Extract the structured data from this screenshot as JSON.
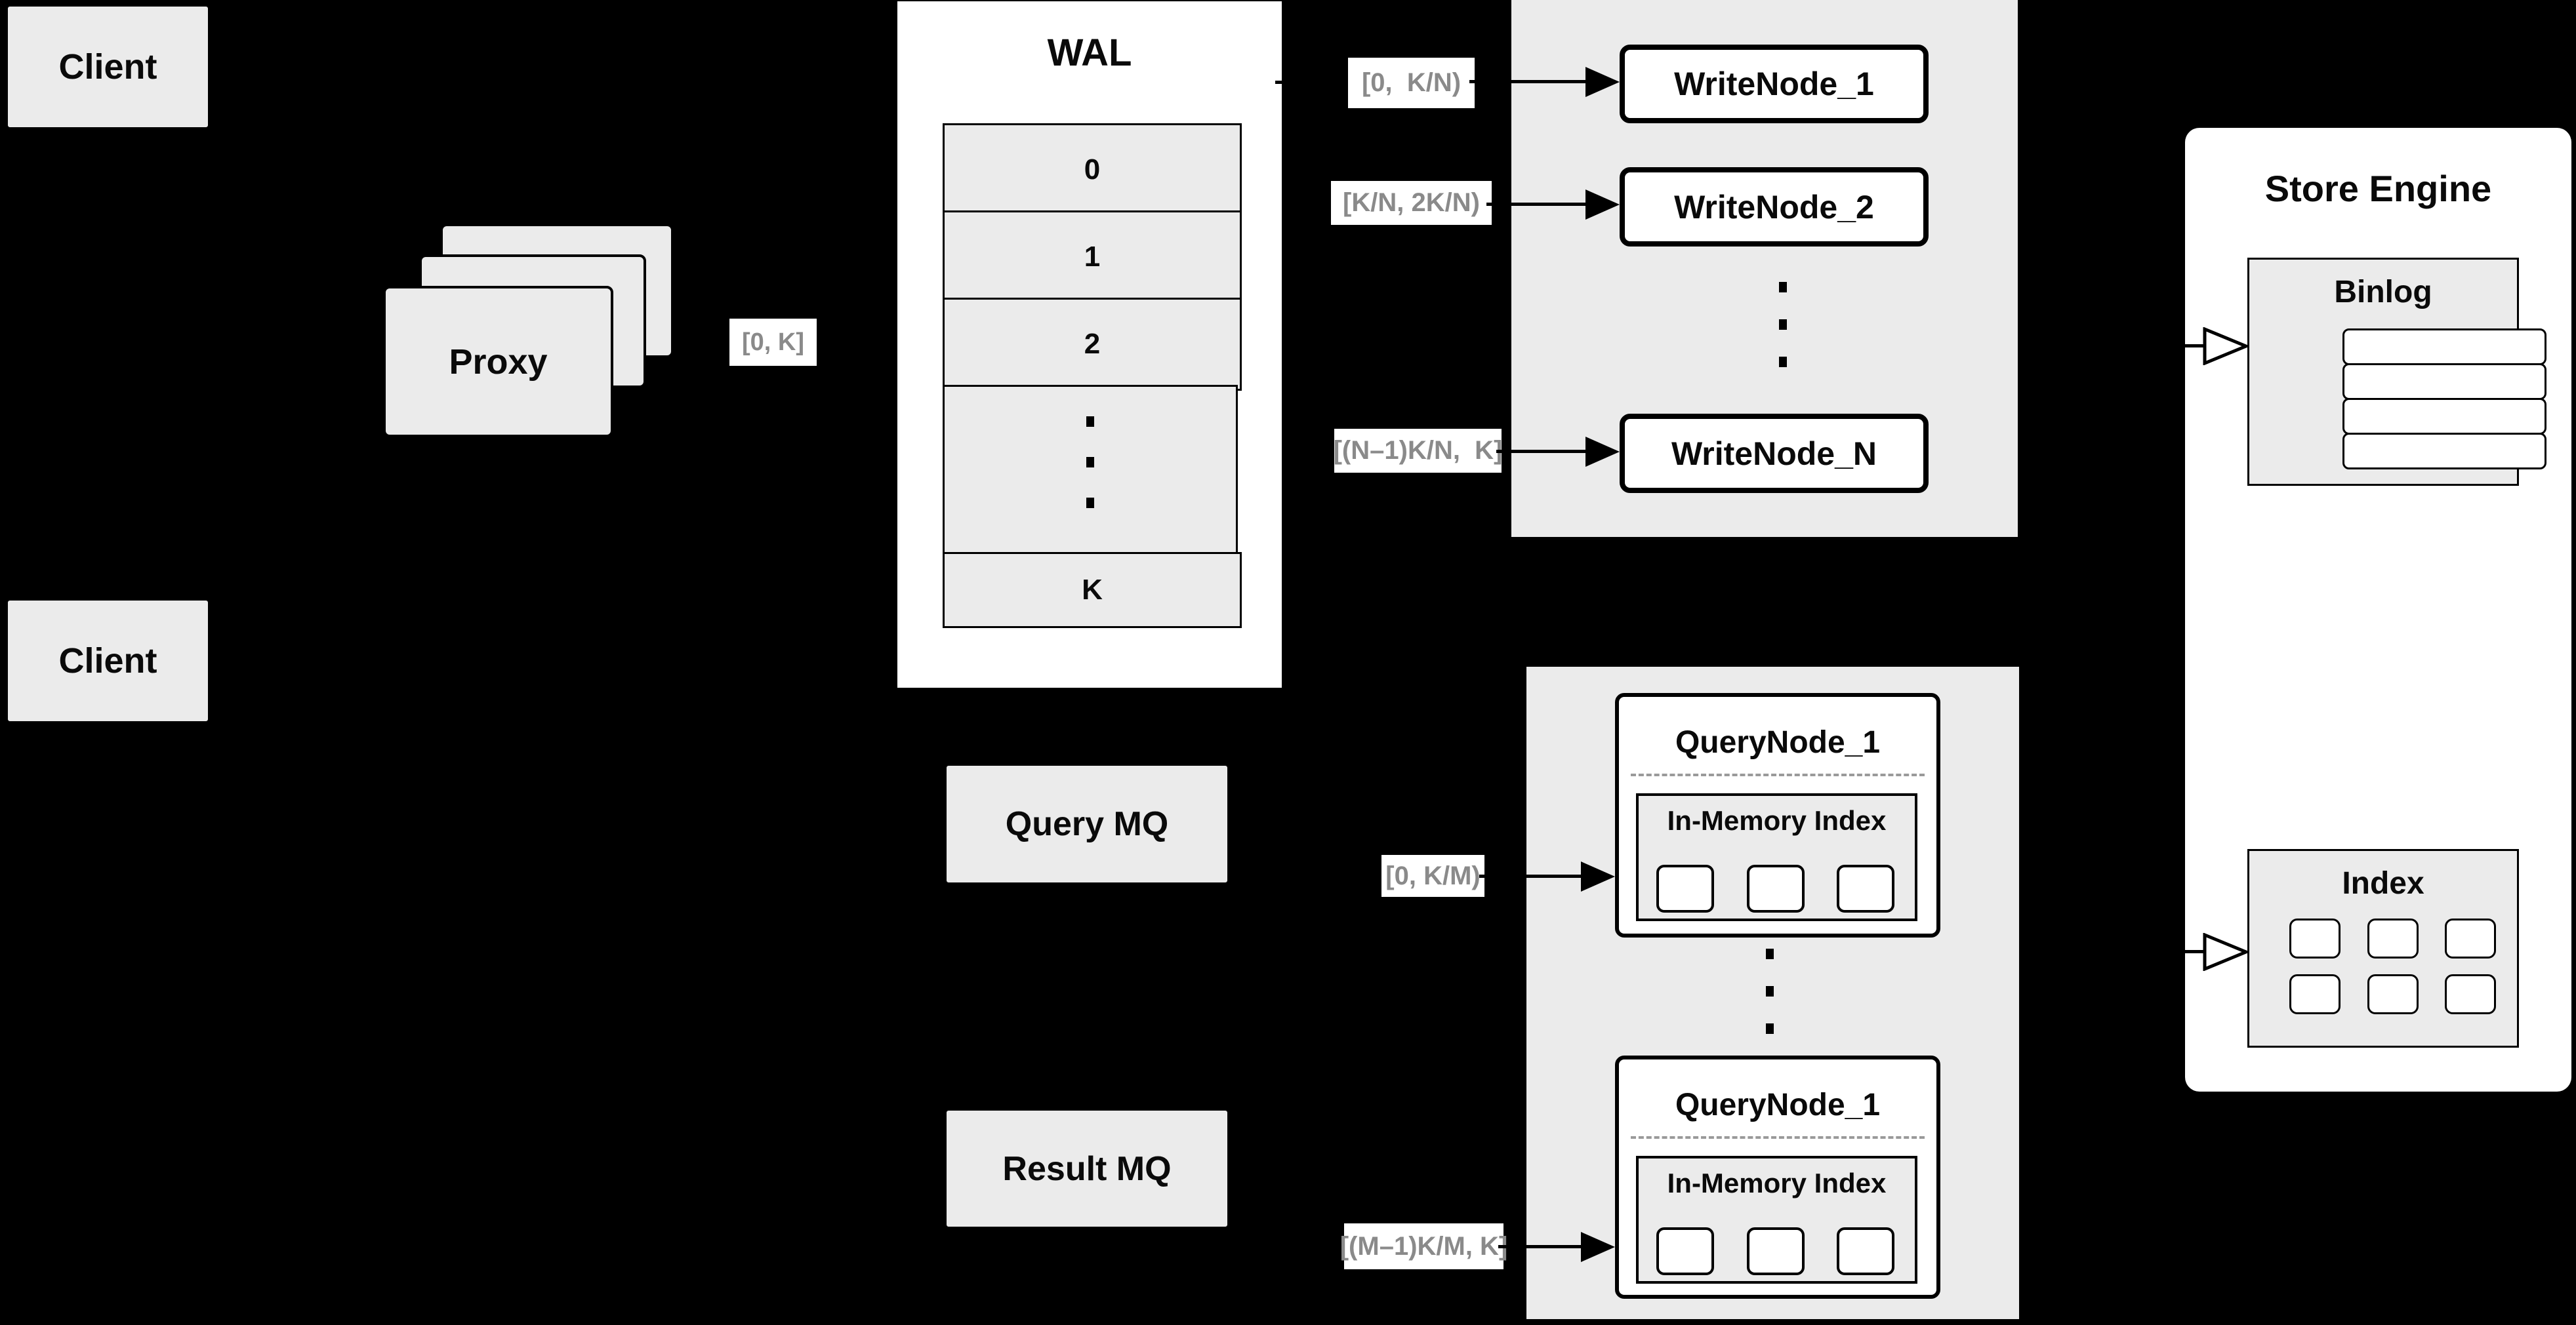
{
  "colors": {
    "background": "#000000",
    "panel_gray": "#ebebeb",
    "box_white": "#ffffff",
    "range_label_text": "#8a8a8a",
    "line": "#000000"
  },
  "clients": {
    "top": "Client",
    "bottom": "Client"
  },
  "proxy": {
    "label": "Proxy"
  },
  "wal": {
    "title": "WAL",
    "segments": [
      "0",
      "1",
      "2"
    ],
    "ellipsis": "vertical-dots",
    "last_segment": "K"
  },
  "range_labels": {
    "proxy_out": "[0, K]",
    "write_1": "[0,  K/N)",
    "write_2": "[K/N, 2K/N)",
    "write_n": "[(N–1)K/N,  K]",
    "query_1": "[0, K/M)",
    "query_m": "[(M–1)K/M, K]"
  },
  "write_nodes": {
    "node1": "WriteNode_1",
    "node2": "WriteNode_2",
    "nodeN": "WriteNode_N"
  },
  "store_engine": {
    "title": "Store Engine",
    "binlog_title": "Binlog",
    "index_title": "Index"
  },
  "mq": {
    "query": "Query MQ",
    "result": "Result MQ"
  },
  "query_nodes": {
    "top_title": "QueryNode_1",
    "bottom_title": "QueryNode_1",
    "imi_title": "In-Memory Index"
  }
}
